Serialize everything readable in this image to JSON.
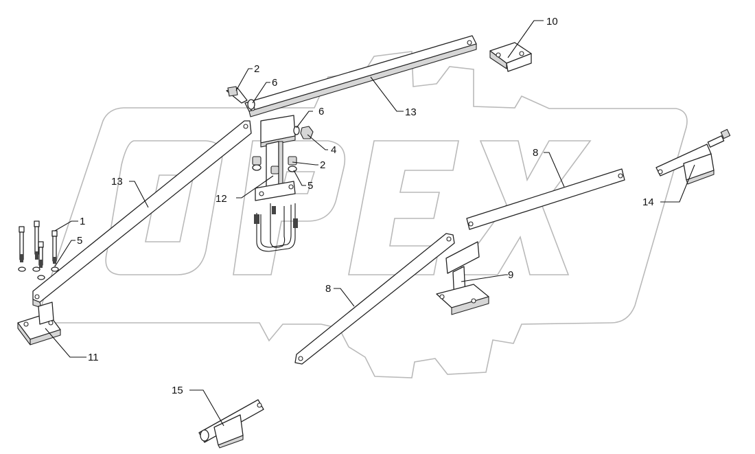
{
  "watermark": {
    "logo_text": "OPEX",
    "logo_color": "#b9b9b9"
  },
  "colors": {
    "line": "#222222",
    "shade": "#d6d6d6",
    "background": "#ffffff"
  },
  "callouts": [
    {
      "id": "c1",
      "label": "1"
    },
    {
      "id": "c2a",
      "label": "2"
    },
    {
      "id": "c2b",
      "label": "2"
    },
    {
      "id": "c4",
      "label": "4"
    },
    {
      "id": "c5a",
      "label": "5"
    },
    {
      "id": "c5b",
      "label": "5"
    },
    {
      "id": "c6a",
      "label": "6"
    },
    {
      "id": "c6b",
      "label": "6"
    },
    {
      "id": "c8a",
      "label": "8"
    },
    {
      "id": "c8b",
      "label": "8"
    },
    {
      "id": "c9",
      "label": "9"
    },
    {
      "id": "c10",
      "label": "10"
    },
    {
      "id": "c11",
      "label": "11"
    },
    {
      "id": "c12",
      "label": "12"
    },
    {
      "id": "c13a",
      "label": "13"
    },
    {
      "id": "c13b",
      "label": "13"
    },
    {
      "id": "c14",
      "label": "14"
    },
    {
      "id": "c15",
      "label": "15"
    }
  ]
}
